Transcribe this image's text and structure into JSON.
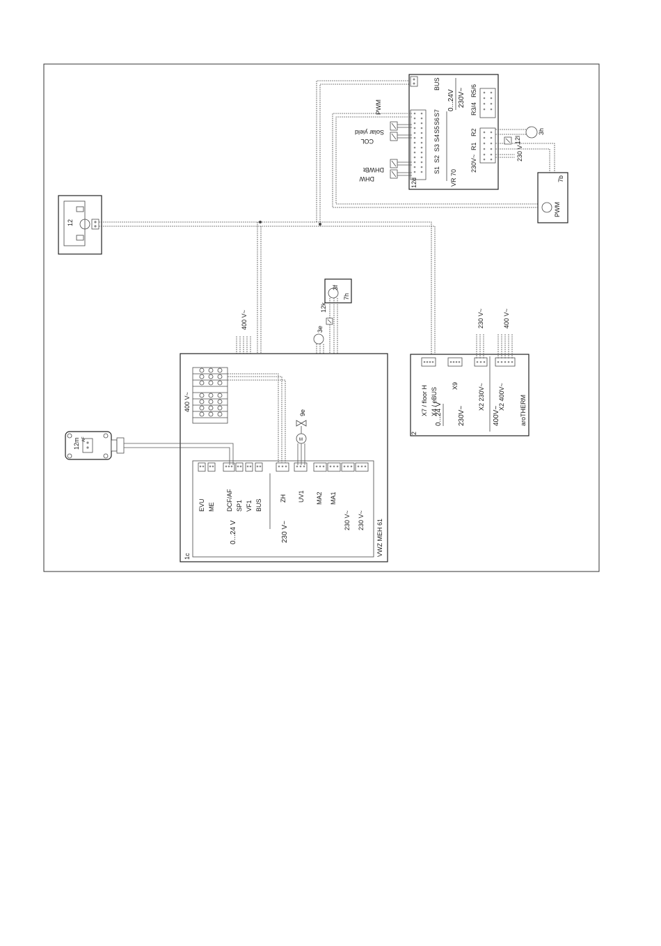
{
  "control_unit": {
    "label": "12"
  },
  "vr70": {
    "title": "VR 70",
    "id": "12d",
    "inputs": [
      "S1",
      "S2",
      "S3",
      "S4",
      "S5",
      "S6",
      "S7"
    ],
    "power_labels": [
      "0...24V",
      "230V~"
    ],
    "bus": "BUS",
    "relays": [
      "R1",
      "R2",
      "R3/4",
      "R5/6"
    ],
    "relay_supply": "230V~",
    "pwm": "PWM",
    "sensors": [
      "DHW",
      "DHWBt",
      "COL",
      "Solar yield"
    ]
  },
  "pump_7b": {
    "id": "7b",
    "pwm": "PWM"
  },
  "pump_3h": {
    "id": "3h"
  },
  "item_12l": {
    "id": "12l"
  },
  "supply_230_top": {
    "label": "230 V~"
  },
  "pump_3f": {
    "id": "3f",
    "box_id": "7h"
  },
  "item_12k": {
    "id": "12k"
  },
  "pump_3e": {
    "id": "3e"
  },
  "supply_400": {
    "label": "400 V~"
  },
  "meh61": {
    "id": "1c",
    "title": "VWZ MEH 61",
    "terminal_labels": [
      "EVU",
      "ME",
      "DCF/AF",
      "SP1",
      "VF1",
      "BUS",
      "ZH",
      "UV1",
      "MA2",
      "MA1",
      "230 V~",
      "230 V~"
    ],
    "low_voltage": "0...24 V",
    "high_voltage": "230 V~",
    "terminal_block_label": "400 V~",
    "valve_id": "9e"
  },
  "sensor_12m": {
    "id": "12m",
    "af_label": "AF"
  },
  "arotherm": {
    "id": "2",
    "title": "aroTHERM",
    "x7_label": "X7 / floor H",
    "x4_label": "X4 / eBUS",
    "x9_label": "X9",
    "x2a_label": "X2  230V~",
    "x2b_label": "X2  400V~",
    "low_voltage": "0...24 V",
    "mid_voltage": "230V~",
    "high_voltage": "400V~",
    "supply_230": "230 V~",
    "supply_400": "400 V~"
  }
}
